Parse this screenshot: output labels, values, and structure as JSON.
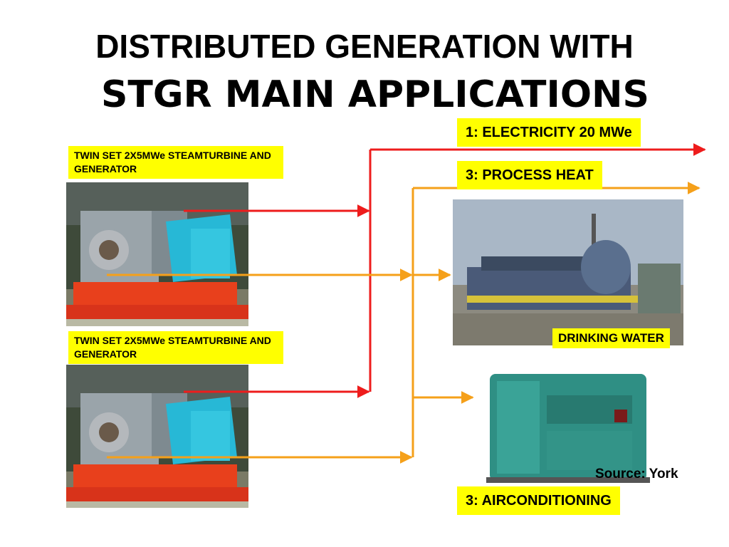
{
  "title": {
    "line1": "DISTRIBUTED GENERATION WITH",
    "line2": "STGR MAIN APPLICATIONS"
  },
  "units": {
    "top_label": "TWIN SET 2X5MWe STEAMTURBINE AND GENERATOR",
    "bottom_label": "TWIN SET 2X5MWe STEAMTURBINE AND GENERATOR"
  },
  "outputs": {
    "electricity": "1: ELECTRICITY 20 MWe",
    "process_heat": "3: PROCESS HEAT",
    "drinking_water": "DRINKING WATER",
    "source": "Source: York",
    "airconditioning": "3: AIRCONDITIONING"
  },
  "colors": {
    "electricity_line": "#ee1c1c",
    "heat_line": "#f5a01a",
    "label_bg": "#ffff00"
  }
}
